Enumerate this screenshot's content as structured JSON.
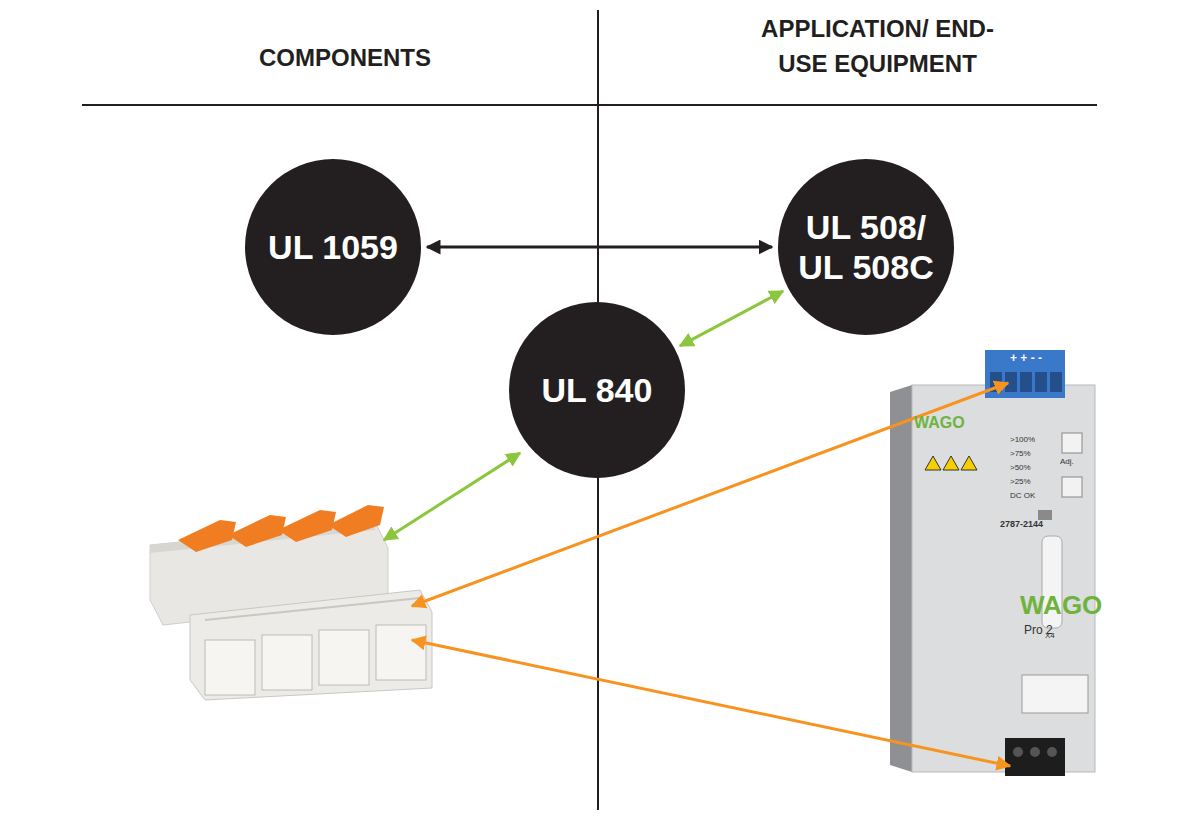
{
  "diagram": {
    "nodes": [
      {
        "text": [
          "UL 1059"
        ]
      },
      {
        "text": [
          "UL 508/ UL 508C"
        ]
      },
      {
        "text": [
          "UL 840"
        ]
      }
    ],
    "edges": [
      {
        "from": 0,
        "to": 1,
        "arrow": "both"
      },
      {
        "from": 2,
        "to": 1,
        "arrow": "both"
      }
    ],
    "labels": [
      "COMPONENTS",
      "APPLICATION/ END-USE EQUIPMENT",
      "WAGO",
      "2787-2144",
      ">100%",
      ">75%",
      ">50%",
      ">25%",
      "DC OK",
      "Adj.",
      "X4",
      "WAGO",
      "Pro 2",
      "+ + - -"
    ]
  }
}
